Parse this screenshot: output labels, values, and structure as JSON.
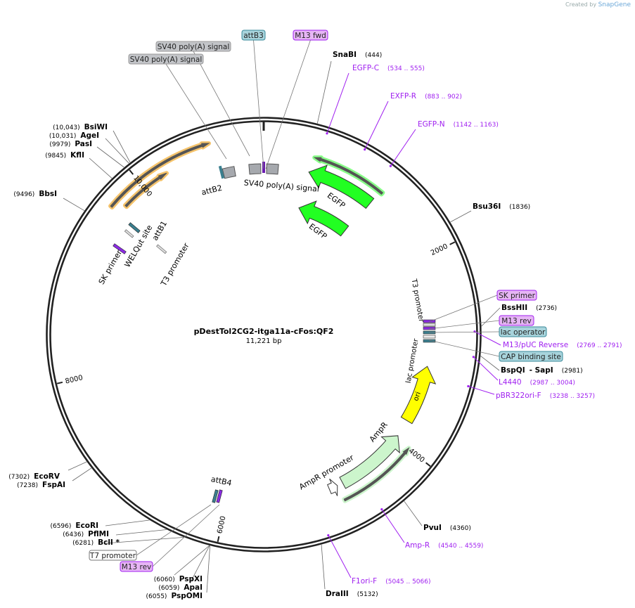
{
  "credit": {
    "prefix": "Created by",
    "brand": "SnapGene"
  },
  "map": {
    "name": "pDestTol2CG2-itga11a-cFos:QF2",
    "length_label": "11,221 bp",
    "length_bp": 11221
  },
  "ticks": [
    "2000",
    "4000",
    "6000",
    "8000",
    "10,000"
  ],
  "tick_positions": [
    2000,
    4000,
    6000,
    8000,
    10000
  ],
  "enzymes": [
    {
      "name": "SnaBI",
      "pos": "(444)",
      "bp": 444
    },
    {
      "name": "Bsu36I",
      "pos": "(1836)",
      "bp": 1836
    },
    {
      "name": "BssHII",
      "pos": "(2736)",
      "bp": 2736
    },
    {
      "name": "BspQI",
      "name2": "- SapI",
      "pos": "(2981)",
      "bp": 2981
    },
    {
      "name": "PvuI",
      "pos": "(4360)",
      "bp": 4360
    },
    {
      "name": "DraIII",
      "pos": "(5132)",
      "bp": 5132
    },
    {
      "name": "PspXI",
      "pos": "(6060)",
      "bp": 6060
    },
    {
      "name": "ApaI",
      "pos": "(6059)",
      "bp": 6059
    },
    {
      "name": "PspOMI",
      "pos": "(6055)",
      "bp": 6055
    },
    {
      "name": "BclI *",
      "pos": "(6281)",
      "bp": 6281
    },
    {
      "name": "PflMI",
      "pos": "(6436)",
      "bp": 6436
    },
    {
      "name": "EcoRI",
      "pos": "(6596)",
      "bp": 6596
    },
    {
      "name": "FspAI",
      "pos": "(7238)",
      "bp": 7238
    },
    {
      "name": "EcoRV",
      "pos": "(7302)",
      "bp": 7302
    },
    {
      "name": "BbsI",
      "pos": "(9496)",
      "bp": 9496
    },
    {
      "name": "KflI",
      "pos": "(9845)",
      "bp": 9845
    },
    {
      "name": "PasI",
      "pos": "(9979)",
      "bp": 9979
    },
    {
      "name": "AgeI",
      "pos": "(10,031)",
      "bp": 10031
    },
    {
      "name": "BsiWI",
      "pos": "(10,043)",
      "bp": 10043
    }
  ],
  "primers": [
    {
      "name": "EGFP-C",
      "range": "(534 .. 555)",
      "bp": 544
    },
    {
      "name": "EXFP-R",
      "range": "(883 .. 902)",
      "bp": 892
    },
    {
      "name": "EGFP-N",
      "range": "(1142 .. 1163)",
      "bp": 1152
    },
    {
      "name": "M13/pUC Reverse",
      "range": "(2769 .. 2791)",
      "bp": 2780
    },
    {
      "name": "L4440",
      "range": "(2987 .. 3004)",
      "bp": 2995
    },
    {
      "name": "pBR322ori-F",
      "range": "(3238 .. 3257)",
      "bp": 3247
    },
    {
      "name": "Amp-R",
      "range": "(4540 .. 4559)",
      "bp": 4550
    },
    {
      "name": "F1ori-F",
      "range": "(5045 .. 5066)",
      "bp": 5055
    }
  ],
  "boxed_labels": [
    {
      "text": "attB3",
      "kind": "teal"
    },
    {
      "text": "M13 fwd",
      "kind": "purple"
    },
    {
      "text": "SV40 poly(A) signal",
      "kind": "gray"
    },
    {
      "text": "SV40 poly(A) signal",
      "kind": "gray"
    },
    {
      "text": "SK primer",
      "kind": "purple"
    },
    {
      "text": "M13 rev",
      "kind": "purple"
    },
    {
      "text": "lac operator",
      "kind": "teal"
    },
    {
      "text": "CAP binding site",
      "kind": "teal"
    },
    {
      "text": "T7 promoter",
      "kind": "white"
    },
    {
      "text": "M13 rev",
      "kind": "purple"
    }
  ],
  "features": [
    {
      "name": "EGFP"
    },
    {
      "name": "EGFP"
    },
    {
      "name": "ori"
    },
    {
      "name": "AmpR"
    },
    {
      "name": "AmpR promoter"
    },
    {
      "name": "attB2"
    },
    {
      "name": "SV40 poly(A) signal"
    },
    {
      "name": "attB1"
    },
    {
      "name": "WELQut site"
    },
    {
      "name": "SK primer"
    },
    {
      "name": "T3 promoter"
    },
    {
      "name": "T3 promoter"
    },
    {
      "name": "lac promoter"
    },
    {
      "name": "attB4"
    }
  ],
  "colors": {
    "purple": "#a020f0",
    "ring": "#222222",
    "egfp": "#22ff22",
    "ori": "#ffff00",
    "ampr": "#ccf5cc",
    "orange": "#f5c36b",
    "teal": "#9fccd6",
    "gray": "#c2c4c8",
    "lavender": "#e6b5f5"
  }
}
